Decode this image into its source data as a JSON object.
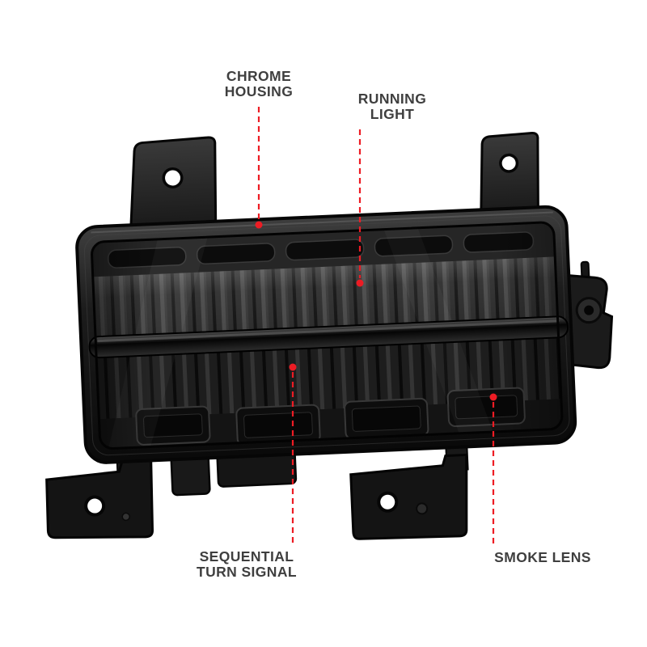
{
  "figure": {
    "background": "#ffffff",
    "accent_red": "#ed1c24",
    "label_text_color": "#3f3f3f"
  },
  "callouts": {
    "chrome_housing": {
      "label": "CHROME\nHOUSING"
    },
    "running_light": {
      "label": "RUNNING\nLIGHT"
    },
    "sequential_turn_signal": {
      "label": "SEQUENTIAL\nTURN SIGNAL"
    },
    "smoke_lens": {
      "label": "SMOKE LENS"
    }
  }
}
